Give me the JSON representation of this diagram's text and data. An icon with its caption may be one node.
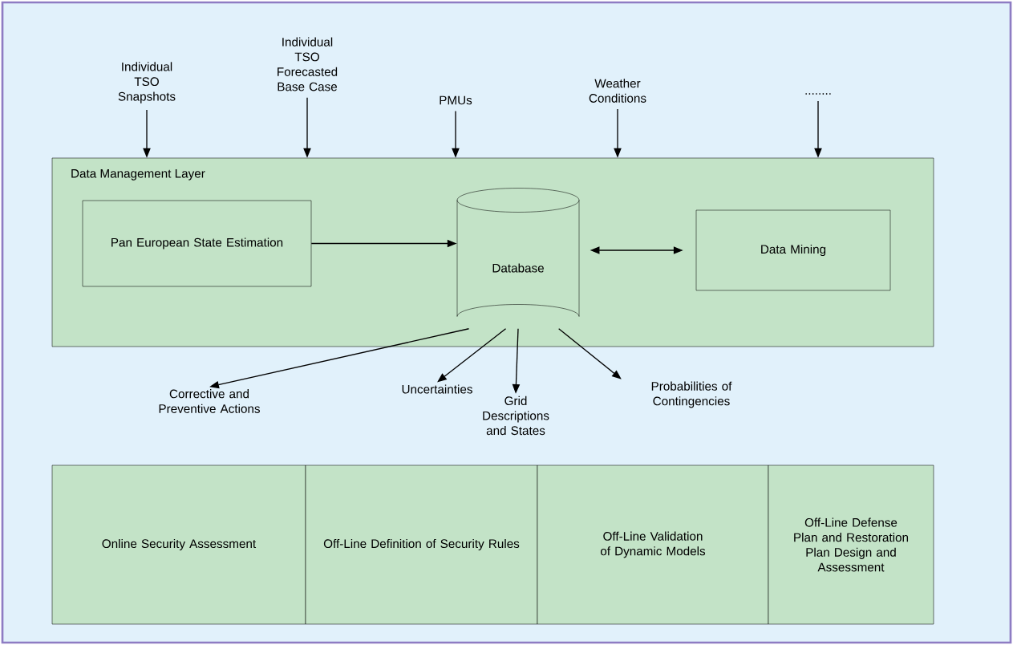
{
  "diagram": {
    "nodes": [
      {
        "text": [
          "Individual TSO Snapshots"
        ]
      },
      {
        "text": [
          "Individual TSO Forecasted Base Case"
        ]
      },
      {
        "text": [
          "PMUs"
        ]
      },
      {
        "text": [
          "Weather Conditions"
        ]
      },
      {
        "text": [
          "........"
        ]
      },
      {
        "text": [
          "Data Management Layer"
        ]
      },
      {
        "text": [
          "Pan European State Estimation"
        ],
        "in": 5
      },
      {
        "text": [
          "Database"
        ],
        "in": 5
      },
      {
        "text": [
          "Data Mining"
        ],
        "in": 5
      },
      {
        "text": [
          "Corrective and Preventive Actions"
        ]
      },
      {
        "text": [
          "Uncertainties"
        ]
      },
      {
        "text": [
          "Grid Descriptions and States"
        ]
      },
      {
        "text": [
          "Probabilities of Contingencies"
        ]
      },
      {
        "text": [
          "Online Security Assessment"
        ]
      },
      {
        "text": [
          "Off-Line Definition of Security Rules"
        ]
      },
      {
        "text": [
          "Off-Line Validation of Dynamic Models"
        ]
      },
      {
        "text": [
          "Off-Line Defense Plan and Restoration Plan Design and Assessment"
        ]
      }
    ],
    "edges": [
      {
        "from": 0,
        "to": 5,
        "arrow": "to"
      },
      {
        "from": 1,
        "to": 5,
        "arrow": "to"
      },
      {
        "from": 2,
        "to": 5,
        "arrow": "to"
      },
      {
        "from": 3,
        "to": 5,
        "arrow": "to"
      },
      {
        "from": 4,
        "to": 5,
        "arrow": "to"
      },
      {
        "from": 6,
        "to": 7,
        "arrow": "to"
      },
      {
        "from": 7,
        "to": 8,
        "arrow": "both"
      },
      {
        "from": 7,
        "to": 9,
        "arrow": "to"
      },
      {
        "from": 7,
        "to": 10,
        "arrow": "to"
      },
      {
        "from": 7,
        "to": 11,
        "arrow": "to"
      },
      {
        "from": 7,
        "to": 12,
        "arrow": "to"
      }
    ]
  }
}
